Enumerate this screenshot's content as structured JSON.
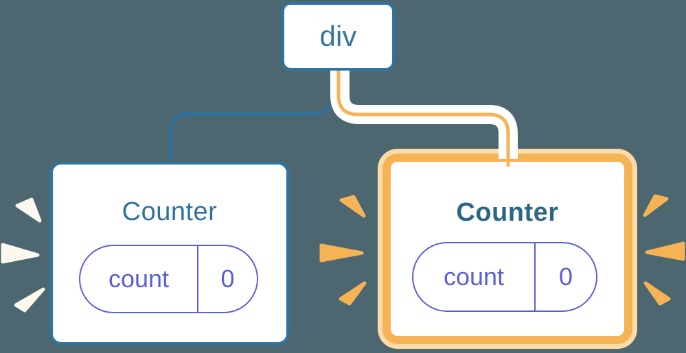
{
  "background_color": "#4C676F",
  "tree": {
    "root": {
      "label": "div"
    },
    "children": [
      {
        "label": "Counter",
        "state_key": "count",
        "state_value": "0",
        "highlight": "none",
        "burst_color": "#FCF7EF"
      },
      {
        "label": "Counter",
        "state_key": "count",
        "state_value": "0",
        "highlight": "orange",
        "burst_color": "#F6B355"
      }
    ]
  },
  "colors": {
    "node_border_blue": "#2E74A4",
    "edge_blue": "#2E709F",
    "edge_orange": "#F6B355",
    "edge_casing": "#FFFFFF",
    "highlight_border_orange": "#F6B355",
    "highlight_border_light": "#FBDCA8",
    "state_pill_indigo": "#5A5FD6",
    "title_blue": "#2F719D",
    "title_blue_bold": "#2A6787",
    "node_fill": "#FFFFFF"
  }
}
